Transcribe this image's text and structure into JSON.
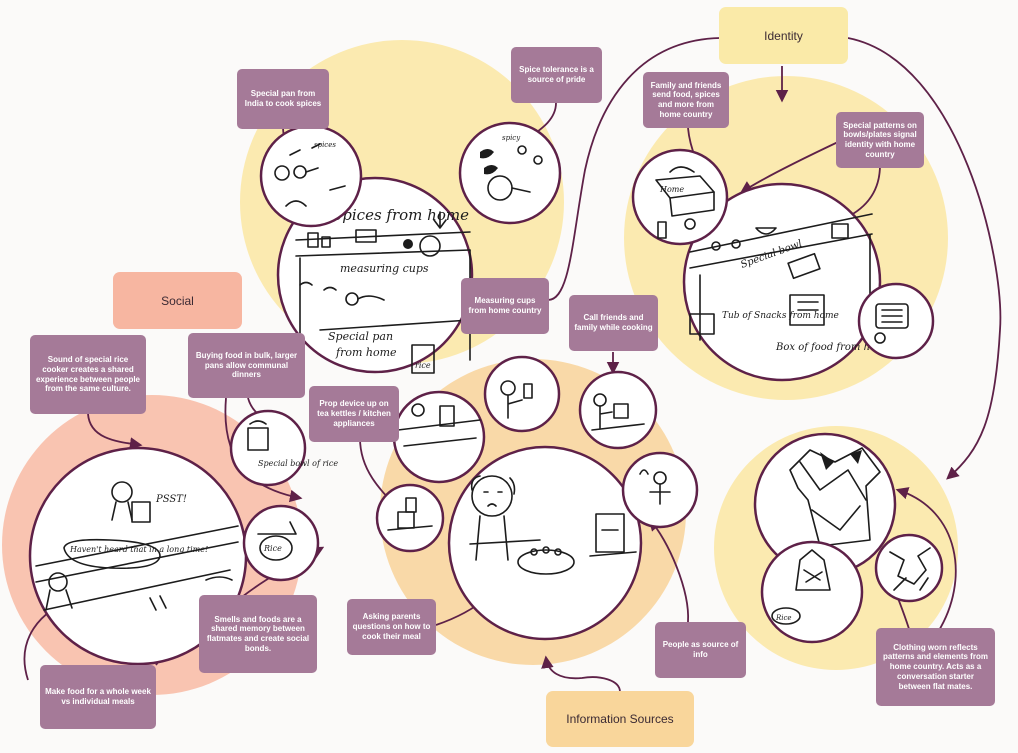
{
  "colors": {
    "social_bg": "#f9c4b1",
    "identity_bg": "#fbeab0",
    "info_bg": "#f9d9a8",
    "note_bg": "#a57a98",
    "connector": "#5e2148"
  },
  "categories": {
    "social": "Social",
    "identity": "Identity",
    "information_sources": "Information Sources"
  },
  "notes": {
    "special_pan": "Special pan from India to cook spices",
    "spice_tolerance": "Spice tolerance is a source of pride",
    "family_send_food": "Family and friends send food, spices and more from home country",
    "special_patterns": "Special patterns on bowls/plates signal identity with home country",
    "measuring_cups": "Measuring cups from home country",
    "call_friends": "Call friends and family while cooking",
    "rice_cooker": "Sound of special rice cooker creates a shared experience between people from the same culture.",
    "buying_bulk": "Buying food in bulk, larger pans allow communal dinners",
    "prop_device": "Prop device up on tea kettles / kitchen appliances",
    "smells_foods": "Smells and foods are a shared memory between flatmates and create social bonds.",
    "asking_parents": "Asking parents questions on how to cook their meal",
    "people_info": "People as source of info",
    "make_food": "Make food for a whole week vs individual meals",
    "clothing": "Clothing worn reflects patterns and elements from home country. Acts as a conversation starter between flat mates."
  },
  "sketch_text": {
    "spices_from_home": "Spices from home",
    "measuring_cups": "measuring cups",
    "special_pan": "Special pan",
    "from_home": "from home",
    "rice": "rice",
    "special_bowl": "Special bowl",
    "tub_of_snacks": "Tub of Snacks from home",
    "box_of_food": "Box of food from home",
    "home": "Home",
    "special_bowl_rice": "Special bowl of rice",
    "rice_label": "Rice",
    "rice_lower": "rice",
    "psst": "PSST!",
    "havent_heard": "Haven't heard that in a long time!",
    "spicy": "spicy"
  }
}
